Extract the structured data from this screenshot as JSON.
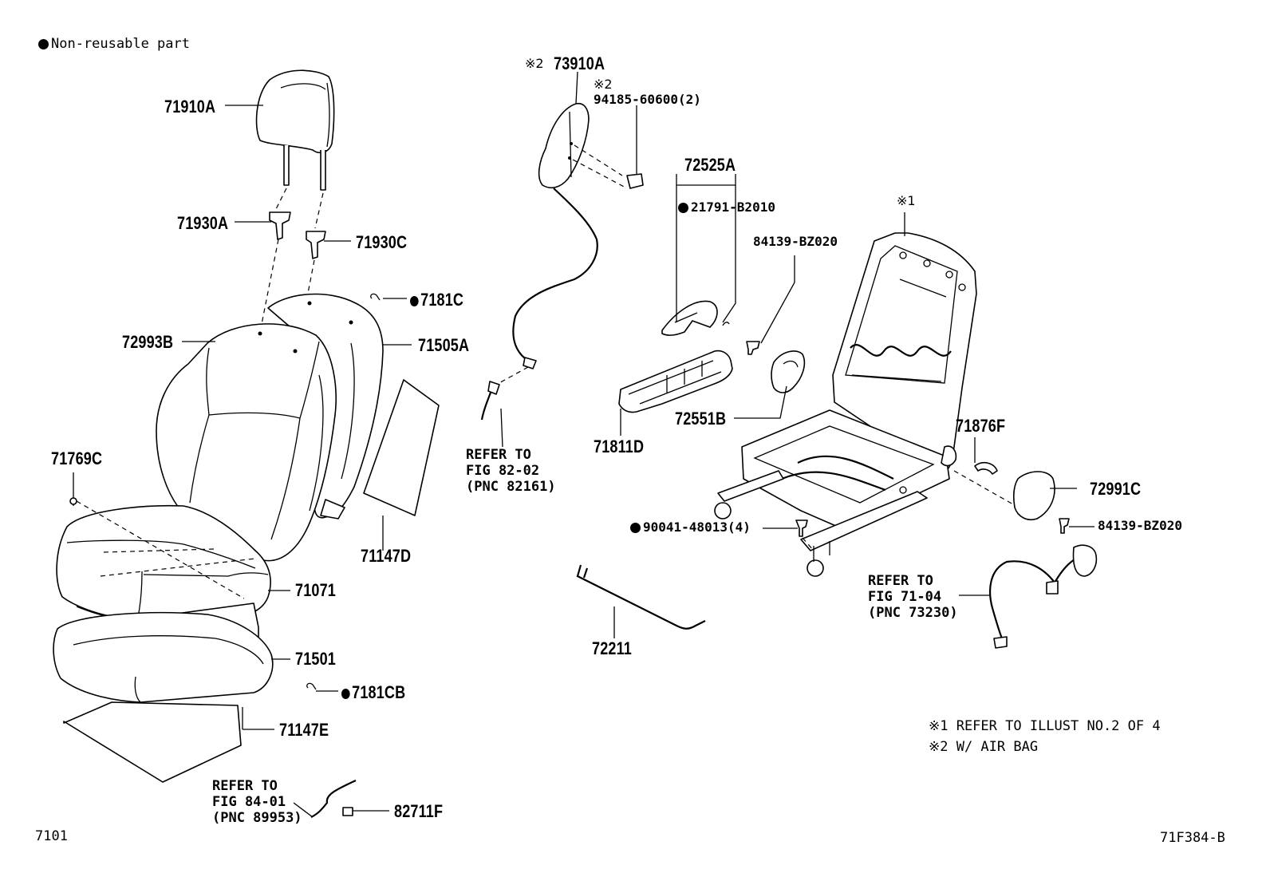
{
  "legend": {
    "non_reusable": "Non-reusable part"
  },
  "parts": {
    "p71910A": "71910A",
    "p71930A": "71930A",
    "p71930C": "71930C",
    "p7181C": "7181C",
    "p72993B": "72993B",
    "p71505A": "71505A",
    "p71769C": "71769C",
    "p71147D": "71147D",
    "p71071": "71071",
    "p71501": "71501",
    "p7181CB": "7181CB",
    "p71147E": "71147E",
    "p82711F": "82711F",
    "p73910A": "73910A",
    "p94185": "94185-60600(2)",
    "p72525A": "72525A",
    "p21791": "21791-B2010",
    "p84139_top": "84139-BZ020",
    "p72551B": "72551B",
    "p71811D": "71811D",
    "p71876F": "71876F",
    "p72991C": "72991C",
    "p84139_right": "84139-BZ020",
    "p90041": "90041-48013(4)",
    "p72211": "72211"
  },
  "marks": {
    "m1": "※1",
    "m2a": "※2",
    "m2b": "※2"
  },
  "refs": {
    "ref82": [
      "REFER TO",
      "FIG 82-02",
      "(PNC 82161)"
    ],
    "ref84": [
      "REFER TO",
      "FIG 84-01",
      "(PNC 89953)"
    ],
    "ref71": [
      "REFER TO",
      "FIG 71-04",
      "(PNC 73230)"
    ]
  },
  "notes": {
    "n1": "※1 REFER TO ILLUST NO.2 OF 4",
    "n2": "※2 W/ AIR BAG"
  },
  "footer": {
    "left": "7101",
    "right": "71F384-B"
  }
}
